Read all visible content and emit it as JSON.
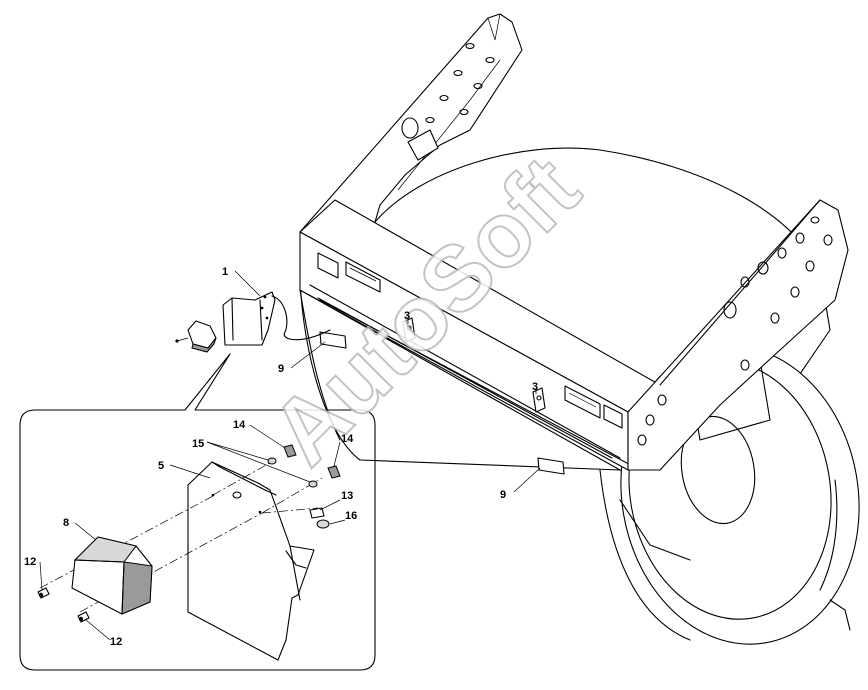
{
  "watermark": "AutoSoft",
  "callouts": [
    {
      "id": "c1",
      "text": "1"
    },
    {
      "id": "c3a",
      "text": "3"
    },
    {
      "id": "c3b",
      "text": "3"
    },
    {
      "id": "c9a",
      "text": "9"
    },
    {
      "id": "c9b",
      "text": "9"
    },
    {
      "id": "c14a",
      "text": "14"
    },
    {
      "id": "c14b",
      "text": "14"
    },
    {
      "id": "c15",
      "text": "15"
    },
    {
      "id": "c5",
      "text": "5"
    },
    {
      "id": "c13",
      "text": "13"
    },
    {
      "id": "c16",
      "text": "16"
    },
    {
      "id": "c8",
      "text": "8"
    },
    {
      "id": "c12a",
      "text": "12"
    },
    {
      "id": "c12b",
      "text": "12"
    }
  ]
}
